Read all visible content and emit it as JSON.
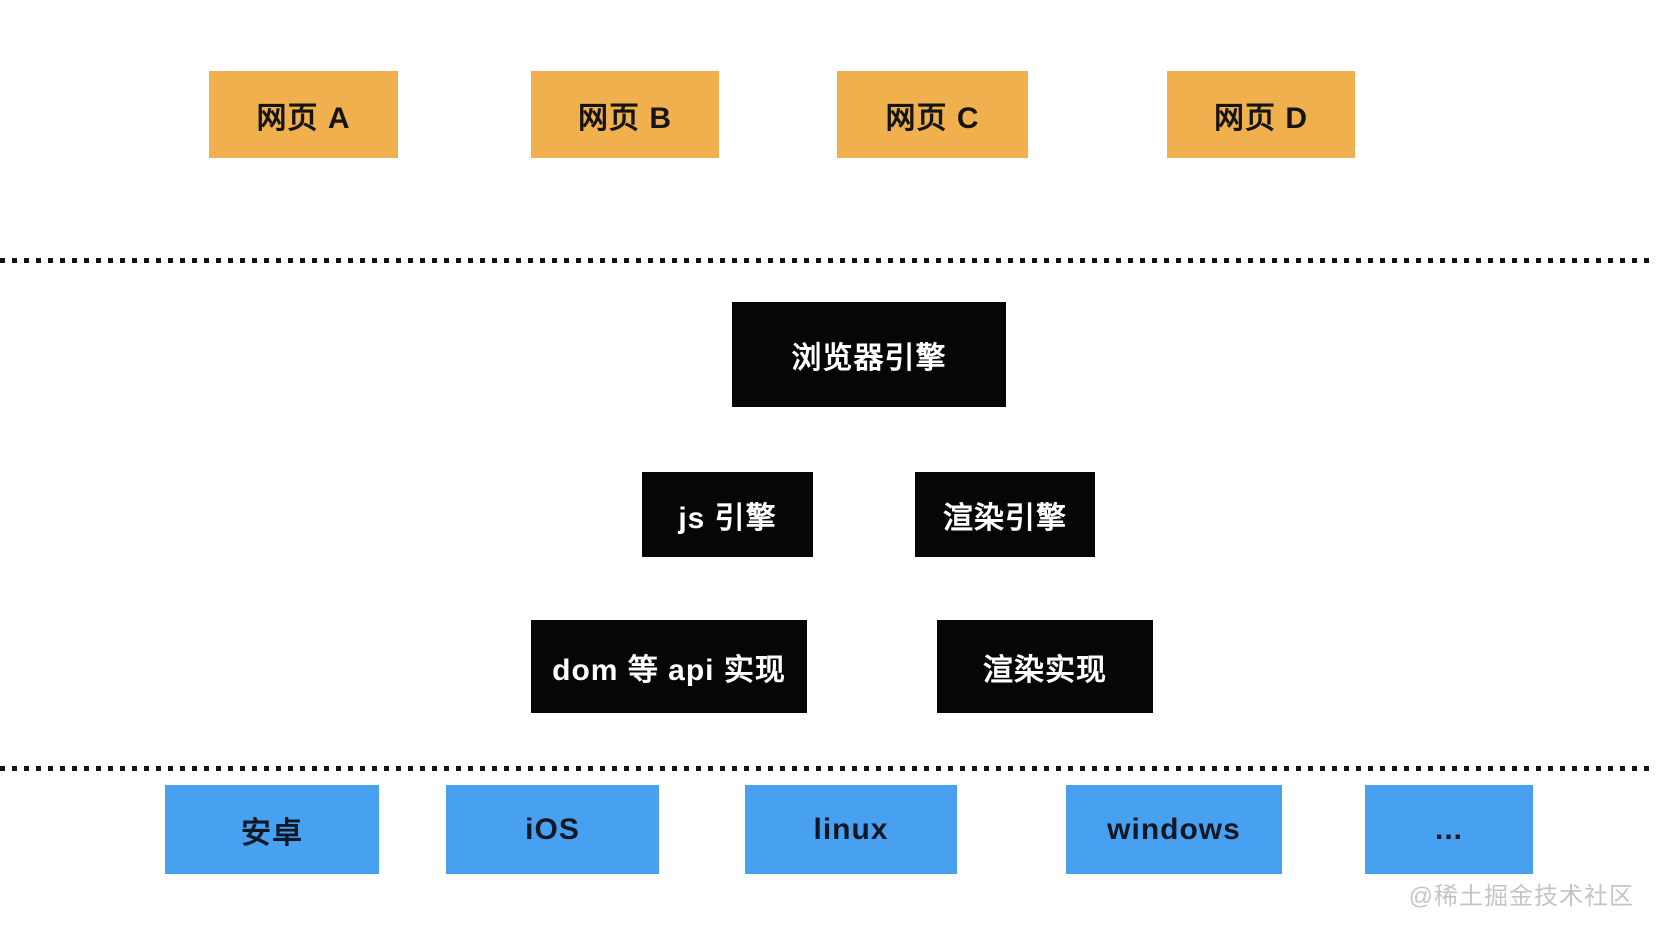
{
  "diagram": {
    "colors": {
      "background": "#ffffff",
      "page_box": "#efb04d",
      "engine_box": "#060606",
      "os_box": "#47a1f0",
      "page_text": "#141414",
      "engine_text": "#ffffff",
      "os_text": "#101826",
      "dotted_line": "#141414",
      "watermark_text": "#c5c5c5"
    },
    "pages": {
      "items": [
        {
          "label": "网页 A"
        },
        {
          "label": "网页 B"
        },
        {
          "label": "网页 C"
        },
        {
          "label": "网页 D"
        }
      ]
    },
    "engine": {
      "browser_engine": {
        "label": "浏览器引擎"
      },
      "js_engine": {
        "label": "js 引擎"
      },
      "render_engine": {
        "label": "渲染引擎"
      },
      "dom_api_impl": {
        "label": "dom 等 api 实现"
      },
      "render_impl": {
        "label": "渲染实现"
      }
    },
    "os": {
      "items": [
        {
          "label": "安卓"
        },
        {
          "label": "iOS"
        },
        {
          "label": "linux"
        },
        {
          "label": "windows"
        },
        {
          "label": "..."
        }
      ]
    },
    "watermark": "@稀土掘金技术社区"
  }
}
